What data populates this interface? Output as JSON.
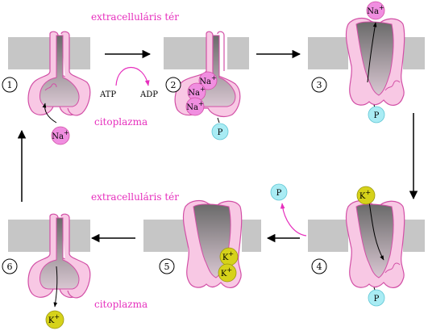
{
  "labels": {
    "extracellular_top": "extracelluláris tér",
    "extracellular_bottom": "extracelluláris tér",
    "cytoplasm_top": "citoplazma",
    "cytoplasm_bottom": "citoplazma",
    "atp": "ATP",
    "adp": "ADP"
  },
  "step_numbers": [
    "1",
    "2",
    "3",
    "4",
    "5",
    "6"
  ],
  "ions": {
    "na": "Na",
    "k": "K",
    "charge": "+",
    "phosphate": "P"
  },
  "colors": {
    "label_magenta": "#e62fbd",
    "membrane_gray": "#c6c6c6",
    "protein_pink": "#f8c8e4",
    "protein_outline": "#d24fa6",
    "channel_dark": "#6f6f6f",
    "na_ion": "#f08ee0",
    "k_ion": "#d6d21a",
    "phosphate": "#a9ecf4"
  }
}
